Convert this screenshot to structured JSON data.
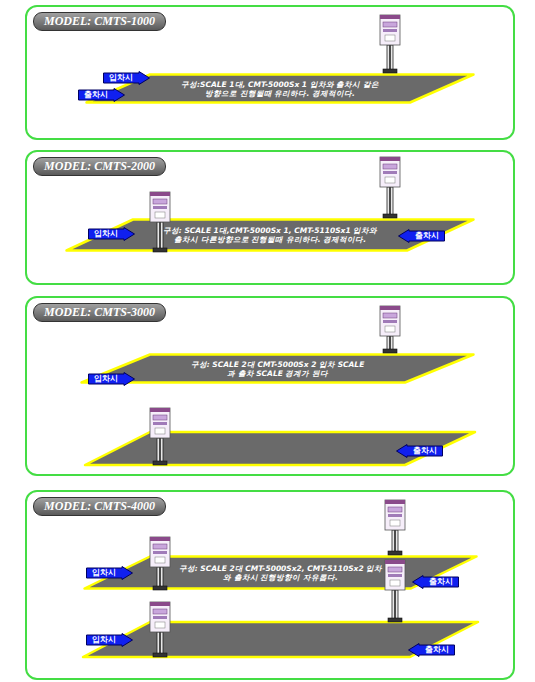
{
  "diagram": {
    "nodes": [
      {
        "text": [
          "MODEL: CMTS-1000"
        ]
      },
      {
        "text": [
          "구성:SCALE 1대, CMT-5000Sx 1 입차와 출차시 같은방향으로 진행될때 유리하다. 경제적이다."
        ],
        "in": 0
      },
      {
        "text": [
          "입차시"
        ],
        "in": 0
      },
      {
        "text": [
          "출차시"
        ],
        "in": 0
      },
      {
        "text": [
          "MODEL: CMTS-2000"
        ]
      },
      {
        "text": [
          "구성: SCALE 1대,CMT-5000Sx 1, CMT-5110Sx1 입차와 출차시 다른방향으로 진행될때 유리하다. 경제적이다."
        ],
        "in": 4
      },
      {
        "text": [
          "입차시"
        ],
        "in": 4
      },
      {
        "text": [
          "출차시"
        ],
        "in": 4
      },
      {
        "text": [
          "MODEL: CMTS-3000"
        ]
      },
      {
        "text": [
          "구성: SCALE 2대 CMT-5000Sx 2 입차 SCALE과 출차 SCALE 경계가 된다"
        ],
        "in": 8
      },
      {
        "text": [
          "입차시"
        ],
        "in": 8
      },
      {
        "text": [
          "출차시"
        ],
        "in": 8
      },
      {
        "text": [
          "MODEL: CMTS-4000"
        ]
      },
      {
        "text": [
          "구성: SCALE 2대 CMT-5000Sx2, CMT-5110Sx2 입차와 출차시 진행방향이 자유롭다."
        ],
        "in": 12
      },
      {
        "text": [
          "입차시"
        ],
        "in": 12
      },
      {
        "text": [
          "출차시"
        ],
        "in": 12
      },
      {
        "text": [
          "입차시"
        ],
        "in": 12
      },
      {
        "text": [
          "출차시"
        ],
        "in": 12
      }
    ]
  }
}
